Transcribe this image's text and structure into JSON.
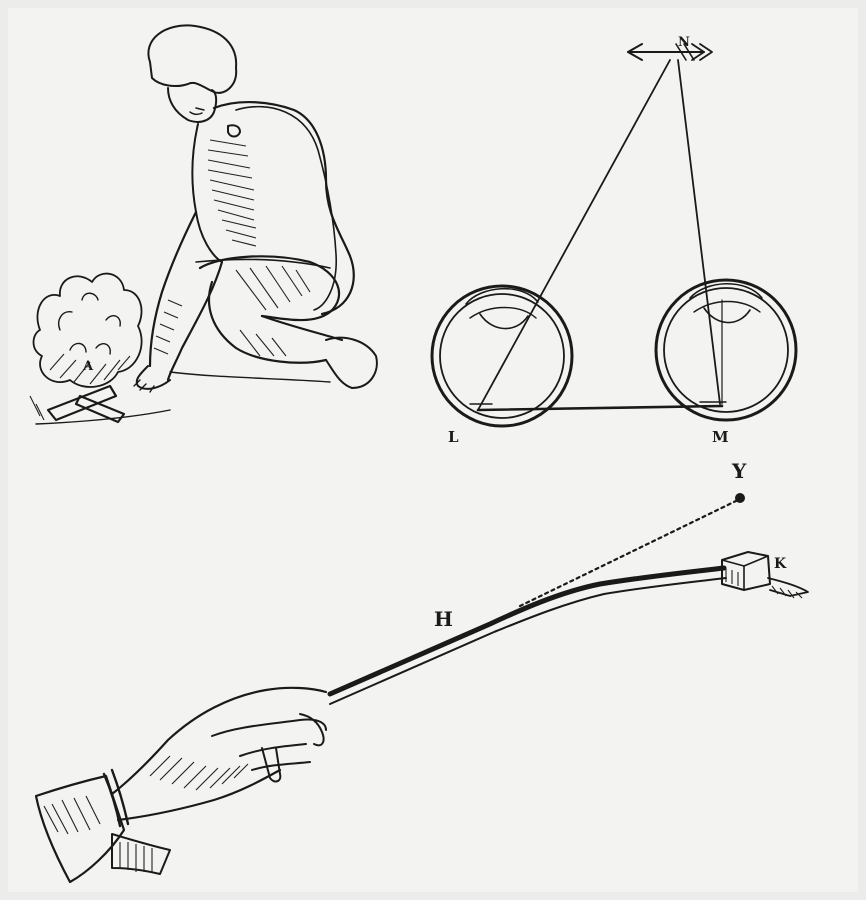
{
  "figure": {
    "labels": {
      "fire": "A",
      "object_point": "N",
      "left_eye": "L",
      "right_eye": "M",
      "nerve_point": "H",
      "light_point": "Y",
      "object_box": "K"
    }
  },
  "colors": {
    "paper": "#f3f3f1",
    "ink": "#1a1a1a"
  }
}
